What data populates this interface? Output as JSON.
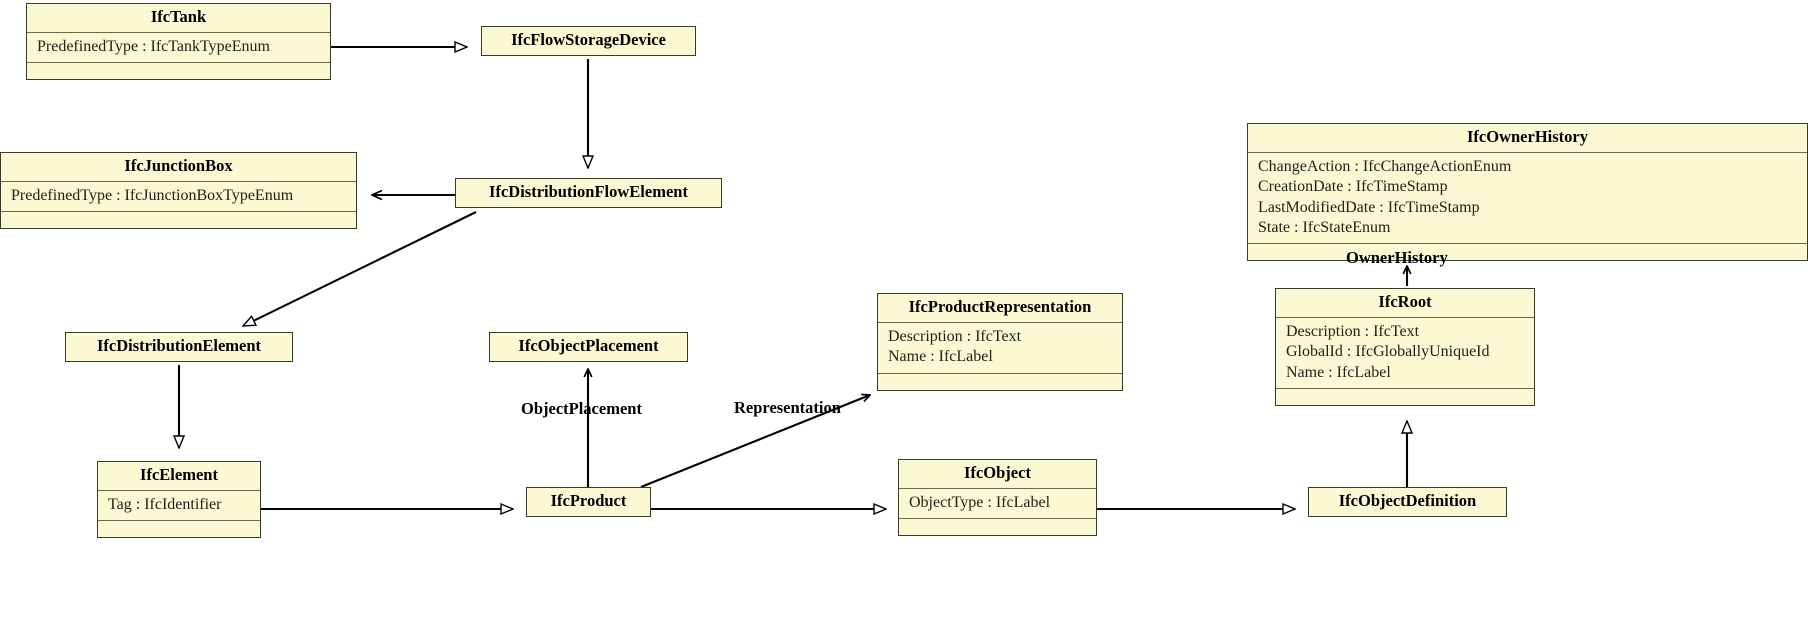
{
  "diagram": {
    "type": "uml-class-diagram",
    "title": "IFC Distribution Element Inheritance Diagram",
    "colors": {
      "class_fill": "#fbf8d4",
      "class_border": "#3a3a28",
      "compartment_separator": "#6b6a4a",
      "edge": "#000000",
      "background": "#ffffff"
    }
  },
  "classes": [
    {
      "id": "IfcTank",
      "name": "IfcTank",
      "attributes": [
        "PredefinedType : IfcTankTypeEnum"
      ],
      "has_operations_compartment": true
    },
    {
      "id": "IfcFlowStorageDevice",
      "name": "IfcFlowStorageDevice",
      "attributes": [],
      "has_operations_compartment": false
    },
    {
      "id": "IfcJunctionBox",
      "name": "IfcJunctionBox",
      "attributes": [
        "PredefinedType : IfcJunctionBoxTypeEnum"
      ],
      "has_operations_compartment": true
    },
    {
      "id": "IfcDistributionFlowElement",
      "name": "IfcDistributionFlowElement",
      "attributes": [],
      "has_operations_compartment": false
    },
    {
      "id": "IfcDistributionElement",
      "name": "IfcDistributionElement",
      "attributes": [],
      "has_operations_compartment": false
    },
    {
      "id": "IfcObjectPlacement",
      "name": "IfcObjectPlacement",
      "attributes": [],
      "has_operations_compartment": false
    },
    {
      "id": "IfcProductRepresentation",
      "name": "IfcProductRepresentation",
      "attributes": [
        "Description : IfcText",
        "Name : IfcLabel"
      ],
      "has_operations_compartment": true
    },
    {
      "id": "IfcOwnerHistory",
      "name": "IfcOwnerHistory",
      "attributes": [
        "ChangeAction : IfcChangeActionEnum",
        "CreationDate : IfcTimeStamp",
        "LastModifiedDate : IfcTimeStamp",
        "State : IfcStateEnum"
      ],
      "has_operations_compartment": true
    },
    {
      "id": "IfcRoot",
      "name": "IfcRoot",
      "attributes": [
        "Description : IfcText",
        "GlobalId : IfcGloballyUniqueId",
        "Name : IfcLabel"
      ],
      "has_operations_compartment": true
    },
    {
      "id": "IfcElement",
      "name": "IfcElement",
      "attributes": [
        "Tag : IfcIdentifier"
      ],
      "has_operations_compartment": true
    },
    {
      "id": "IfcProduct",
      "name": "IfcProduct",
      "attributes": [],
      "has_operations_compartment": false
    },
    {
      "id": "IfcObject",
      "name": "IfcObject",
      "attributes": [
        "ObjectType : IfcLabel"
      ],
      "has_operations_compartment": true
    },
    {
      "id": "IfcObjectDefinition",
      "name": "IfcObjectDefinition",
      "attributes": [],
      "has_operations_compartment": false
    }
  ],
  "relationships": [
    {
      "from": "IfcTank",
      "to": "IfcFlowStorageDevice",
      "kind": "generalization",
      "label": ""
    },
    {
      "from": "IfcFlowStorageDevice",
      "to": "IfcDistributionFlowElement",
      "kind": "generalization",
      "label": ""
    },
    {
      "from": "IfcJunctionBox",
      "to": "IfcDistributionFlowElement",
      "kind": "generalization",
      "label": ""
    },
    {
      "from": "IfcDistributionFlowElement",
      "to": "IfcDistributionElement",
      "kind": "generalization",
      "label": ""
    },
    {
      "from": "IfcDistributionElement",
      "to": "IfcElement",
      "kind": "generalization",
      "label": ""
    },
    {
      "from": "IfcElement",
      "to": "IfcProduct",
      "kind": "generalization",
      "label": ""
    },
    {
      "from": "IfcProduct",
      "to": "IfcObject",
      "kind": "generalization",
      "label": ""
    },
    {
      "from": "IfcObject",
      "to": "IfcObjectDefinition",
      "kind": "generalization",
      "label": ""
    },
    {
      "from": "IfcObjectDefinition",
      "to": "IfcRoot",
      "kind": "generalization",
      "label": ""
    },
    {
      "from": "IfcProduct",
      "to": "IfcObjectPlacement",
      "kind": "association",
      "label": "ObjectPlacement"
    },
    {
      "from": "IfcProduct",
      "to": "IfcProductRepresentation",
      "kind": "association",
      "label": "Representation"
    },
    {
      "from": "IfcRoot",
      "to": "IfcOwnerHistory",
      "kind": "association",
      "label": "OwnerHistory"
    }
  ],
  "edge_labels": {
    "object_placement": "ObjectPlacement",
    "representation": "Representation",
    "owner_history": "OwnerHistory"
  }
}
